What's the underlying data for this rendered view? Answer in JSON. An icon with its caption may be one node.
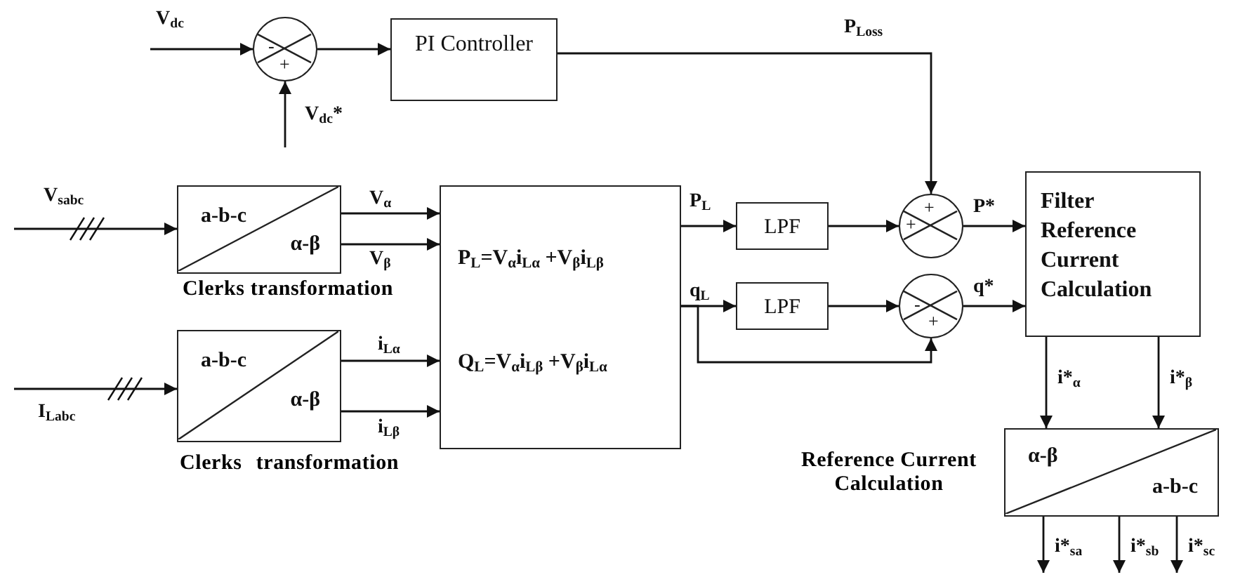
{
  "diagram": {
    "nodes": [
      {
        "text": [
          "-",
          "+"
        ]
      },
      {
        "text": [
          "PI Controller"
        ]
      },
      {
        "text": [
          "a-b-c",
          "α-β"
        ],
        "beside": [
          "Clerks transformation"
        ]
      },
      {
        "text": [
          "a-b-c",
          "α-β"
        ],
        "beside": [
          "Clerks transformation"
        ]
      },
      {
        "text": [
          "P$_{L}$=V$_{α}$i$_{Lα}$ +V$_{β}$i$_{Lβ}$",
          "Q$_{L}$=V$_{α}$i$_{Lβ}$ +V$_{β}$i$_{Lα}$"
        ]
      },
      {
        "text": [
          "LPF"
        ]
      },
      {
        "text": [
          "LPF"
        ]
      },
      {
        "text": [
          "+",
          "+"
        ]
      },
      {
        "text": [
          "-",
          "+"
        ]
      },
      {
        "text": [
          "Filter Reference Current Calculation"
        ]
      },
      {
        "text": [
          "α-β",
          "a-b-c"
        ],
        "beside": [
          "Reference Current Calculation"
        ]
      }
    ],
    "edges": [
      {
        "from": null,
        "to": 0,
        "arrow": "to",
        "label": "V$_{dc}$"
      },
      {
        "from": null,
        "to": 0,
        "arrow": "to",
        "label": "V$_{dc}$*"
      },
      {
        "from": 0,
        "to": 1,
        "arrow": "to"
      },
      {
        "from": 1,
        "to": 7,
        "arrow": "to",
        "label": "P$_{Loss}$"
      },
      {
        "from": null,
        "to": 2,
        "arrow": "to",
        "label": "V$_{sabc}$"
      },
      {
        "from": null,
        "to": 3,
        "arrow": "to",
        "label": "I$_{Labc}$"
      },
      {
        "from": 2,
        "to": 4,
        "arrow": "to",
        "label": "V$_{α}$"
      },
      {
        "from": 2,
        "to": 4,
        "arrow": "to",
        "label": "V$_{β}$"
      },
      {
        "from": 3,
        "to": 4,
        "arrow": "to",
        "label": "i$_{Lα}$"
      },
      {
        "from": 3,
        "to": 4,
        "arrow": "to",
        "label": "i$_{Lβ}$"
      },
      {
        "from": 4,
        "to": 5,
        "arrow": "to",
        "label": "P$_{L}$"
      },
      {
        "from": 4,
        "to": 6,
        "arrow": "to",
        "label": "q$_{L}$"
      },
      {
        "from": 4,
        "to": 8,
        "arrow": "to"
      },
      {
        "from": 5,
        "to": 7,
        "arrow": "to"
      },
      {
        "from": 6,
        "to": 8,
        "arrow": "to"
      },
      {
        "from": 7,
        "to": 9,
        "arrow": "to",
        "label": "P*"
      },
      {
        "from": 8,
        "to": 9,
        "arrow": "to",
        "label": "q*"
      },
      {
        "from": 9,
        "to": 10,
        "arrow": "to",
        "label": "i*$_{α}$"
      },
      {
        "from": 9,
        "to": 10,
        "arrow": "to",
        "label": "i*$_{β}$"
      },
      {
        "from": 10,
        "to": null,
        "arrow": "to",
        "label": "i*$_{sa}$"
      },
      {
        "from": 10,
        "to": null,
        "arrow": "to",
        "label": "i*$_{sb}$"
      },
      {
        "from": 10,
        "to": null,
        "arrow": "to",
        "label": "i*$_{sc}$"
      }
    ]
  }
}
